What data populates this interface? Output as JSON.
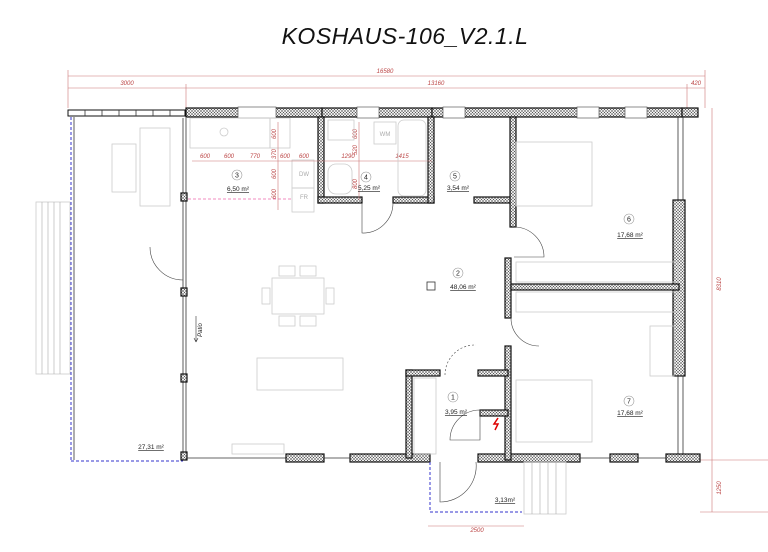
{
  "title": "KOSHAUS-106_V2.1.L",
  "dimensions": {
    "overall_width": "16580",
    "terrace_width": "3000",
    "house_width": "13160",
    "overhang": "420",
    "house_depth": "8310",
    "porch_depth": "1250",
    "porch_width": "2500",
    "kitchen": [
      "600",
      "600",
      "770",
      "600",
      "600",
      "1290",
      "1415"
    ],
    "kitchen_vertical": [
      "600",
      "370",
      "600",
      "600",
      "520",
      "600",
      "800"
    ]
  },
  "rooms": [
    {
      "number": "1",
      "area": "3,95 m²"
    },
    {
      "number": "2",
      "area": "48,06 m²"
    },
    {
      "number": "3",
      "area": "6,50 m²"
    },
    {
      "number": "4",
      "area": "5,25 m²"
    },
    {
      "number": "5",
      "area": "3,54 m²"
    },
    {
      "number": "6",
      "area": "17,68 m²"
    },
    {
      "number": "7",
      "area": "17,68 m²"
    }
  ],
  "terrace_area": "27,31 m²",
  "porch_area": "3,13m²",
  "patio_label": "Patio",
  "appliances": {
    "dishwasher": "DW",
    "fridge": "FR",
    "washing_machine": "WM"
  },
  "colors": {
    "dimension": "#bb4444",
    "glazing": "#3333cc",
    "walls": "#111111"
  }
}
